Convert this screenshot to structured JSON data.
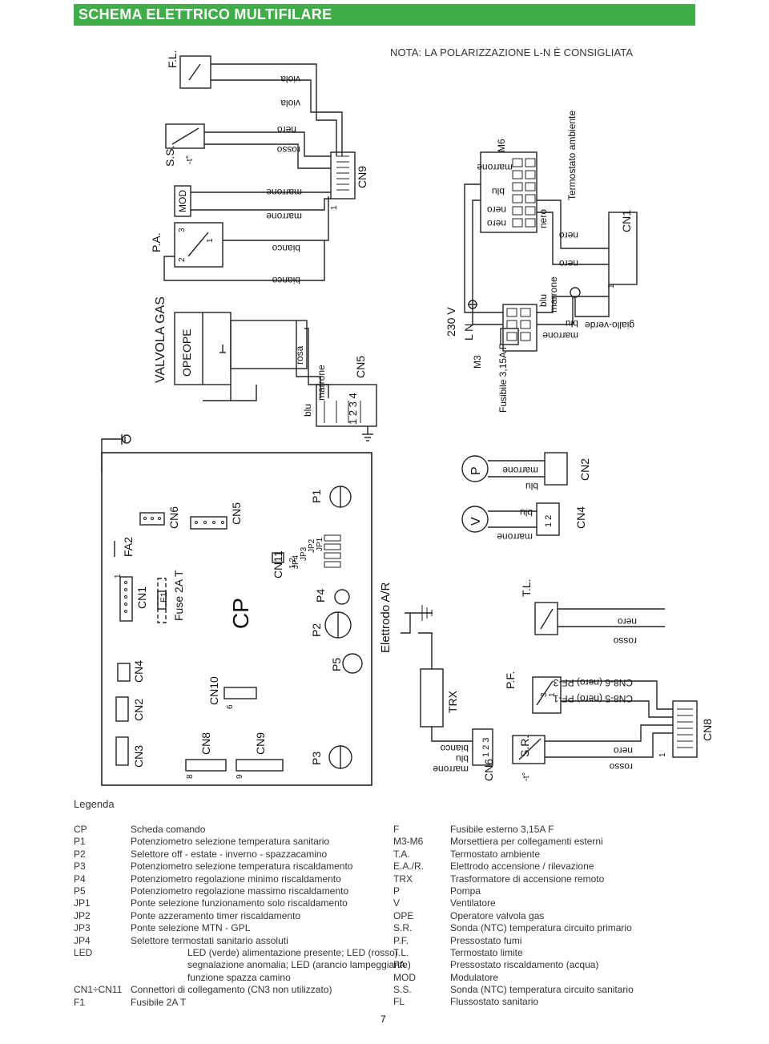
{
  "header": {
    "title": "SCHEMA ELETTRICO MULTIFILARE",
    "accent": "#3fae49"
  },
  "note": "NOTA: LA POLARIZZAZIONE L-N È CONSIGLIATA",
  "diagram": {
    "board_labels": {
      "cp": "CP",
      "cn1": "CN1",
      "cn2": "CN2",
      "cn3": "CN3",
      "cn4": "CN4",
      "cn5": "CN5",
      "cn6": "CN6",
      "cn8": "CN8",
      "cn9": "CN9",
      "cn10": "CN10",
      "cn11": "CN11",
      "fa2": "FA2",
      "f1": "F1",
      "fuse": "Fuse 2A T",
      "p1": "P1",
      "p2": "P2",
      "p3": "P3",
      "p4": "P4",
      "p5": "P5",
      "jp1": "JP1",
      "jp2": "JP2",
      "jp3": "JP3",
      "jp4": "JP4",
      "pin1": "1",
      "pin6": "6",
      "pin8": "8",
      "pin9": "9",
      "cn11_pins": "1 2"
    },
    "external_labels": {
      "fl": "F.L.",
      "ss": "S.S.",
      "pa": "P.A.",
      "mod": "MOD",
      "valvola": "VALVOLA GAS",
      "ope1": "OPE",
      "ope2": "OPE",
      "cn9": "CN9",
      "cn5": "CN5",
      "cn5_pins": "1 2 3 4",
      "v230": "230 V",
      "ln": "L N",
      "m3": "M3",
      "fusibile": "Fusibile 3,15A F",
      "m6": "M6",
      "termostato": "Termostato ambiente",
      "cn1": "CN1",
      "cn2": "CN2",
      "cn4": "CN4",
      "cn4_pins": "1 2",
      "cn8": "CN8",
      "cn6": "CN6",
      "cn6_pins": "1 2 3",
      "trx": "TRX",
      "elettrodo": "Elettrodo A/R",
      "tl": "T.L.",
      "pf": "P.F.",
      "sr": "S.R.",
      "temp": "-t°",
      "cn8_6": "CN8-6 (nero) PF-3",
      "cn8_5": "CN8-5 (nero) PF-1",
      "p": "P",
      "v": "V",
      "pa_2": "2",
      "pa_3": "3",
      "pa_1": "1",
      "pf_3": "3",
      "pf_1": "1",
      "cn9_pin1": "1",
      "cn8_pin1": "1",
      "cn1_pin1": "1"
    },
    "wire_labels": {
      "viola": "viola",
      "nero": "nero",
      "rosso": "rosso",
      "marrone": "marrone",
      "bianco": "bianco",
      "blu": "blu",
      "rosa": "rosa",
      "giallo_verde": "giallo-verde"
    }
  },
  "legend": {
    "title": "Legenda",
    "left": [
      {
        "code": "CP",
        "desc": "Scheda comando"
      },
      {
        "code": "P1",
        "desc": "Potenziometro selezione temperatura sanitario"
      },
      {
        "code": "P2",
        "desc": "Selettore off - estate - inverno - spazzacamino"
      },
      {
        "code": "P3",
        "desc": "Potenziometro selezione temperatura riscaldamento"
      },
      {
        "code": "P4",
        "desc": "Potenziometro regolazione minimo riscaldamento"
      },
      {
        "code": "P5",
        "desc": "Potenziometro regolazione massimo riscaldamento"
      },
      {
        "code": "JP1",
        "desc": "Ponte selezione funzionamento solo riscaldamento"
      },
      {
        "code": "JP2",
        "desc": "Ponte azzeramento timer riscaldamento"
      },
      {
        "code": "JP3",
        "desc": "Ponte selezione MTN - GPL"
      },
      {
        "code": "JP4",
        "desc": "Selettore termostati sanitario assoluti"
      },
      {
        "code": "LED",
        "desc": "LED (verde) alimentazione presente; LED (rosso) segnalazione anomalia; LED (arancio lampeggiante) funzione spazza camino"
      },
      {
        "code": "CN1÷CN11",
        "desc": "Connettori di collegamento (CN3 non utilizzato)"
      },
      {
        "code": "F1",
        "desc": "Fusibile 2A T"
      }
    ],
    "right": [
      {
        "code": "F",
        "desc": "Fusibile esterno 3,15A F"
      },
      {
        "code": "M3-M6",
        "desc": "Morsettiera per collegamenti esterni"
      },
      {
        "code": "T.A.",
        "desc": "Termostato ambiente"
      },
      {
        "code": "E.A./R.",
        "desc": "Elettrodo accensione / rilevazione"
      },
      {
        "code": "TRX",
        "desc": "Trasformatore di accensione remoto"
      },
      {
        "code": "P",
        "desc": "Pompa"
      },
      {
        "code": "V",
        "desc": "Ventilatore"
      },
      {
        "code": "OPE",
        "desc": "Operatore valvola gas"
      },
      {
        "code": "S.R.",
        "desc": "Sonda (NTC) temperatura circuito primario"
      },
      {
        "code": "P.F.",
        "desc": "Pressostato fumi"
      },
      {
        "code": "T.L.",
        "desc": "Termostato limite"
      },
      {
        "code": "PA",
        "desc": "Pressostato riscaldamento (acqua)"
      },
      {
        "code": "MOD",
        "desc": "Modulatore"
      },
      {
        "code": "S.S.",
        "desc": "Sonda (NTC) temperatura circuito sanitario"
      },
      {
        "code": "FL",
        "desc": "Flussostato sanitario"
      }
    ]
  },
  "page_number": "7"
}
